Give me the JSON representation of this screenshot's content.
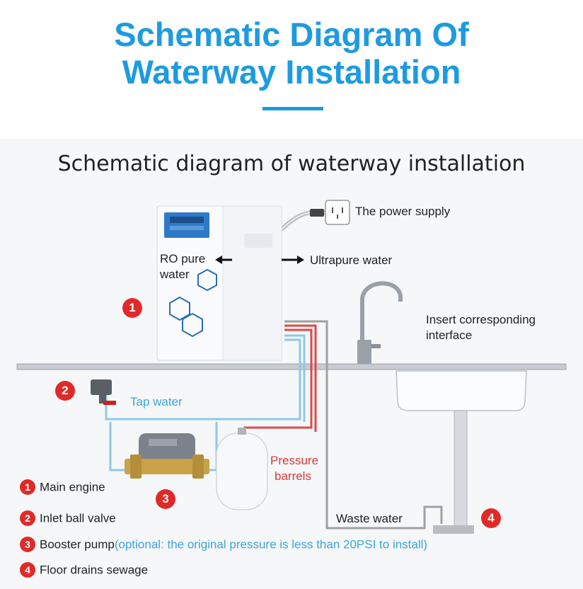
{
  "header": {
    "title_line1": "Schematic Diagram Of",
    "title_line2": "Waterway Installation"
  },
  "diagram": {
    "subtitle": "Schematic diagram of waterway installation",
    "labels": {
      "power_supply": "The power supply",
      "ro_pure_water_line1": "RO pure",
      "ro_pure_water_line2": "water",
      "ultrapure_water": "Ultrapure water",
      "insert_interface_line1": "Insert corresponding",
      "insert_interface_line2": "interface",
      "tap_water": "Tap water",
      "pressure_barrels_line1": "Pressure",
      "pressure_barrels_line2": "barrels",
      "waste_water": "Waste water"
    },
    "markers": [
      "1",
      "2",
      "3",
      "4"
    ]
  },
  "legend": [
    {
      "num": "1",
      "text": "Main engine",
      "note": ""
    },
    {
      "num": "2",
      "text": "Inlet ball valve",
      "note": ""
    },
    {
      "num": "3",
      "text": "Booster pump",
      "note": "(optional: the original pressure is less than 20PSI to install)"
    },
    {
      "num": "4",
      "text": "Floor drains sewage",
      "note": ""
    }
  ],
  "colors": {
    "title_blue": "#1e9be0",
    "marker_red": "#e02a2a",
    "tap_water_pipe": "#8fc8e8",
    "pure_water_pipe": "#e04848",
    "waste_pipe": "#a0a0a0"
  }
}
